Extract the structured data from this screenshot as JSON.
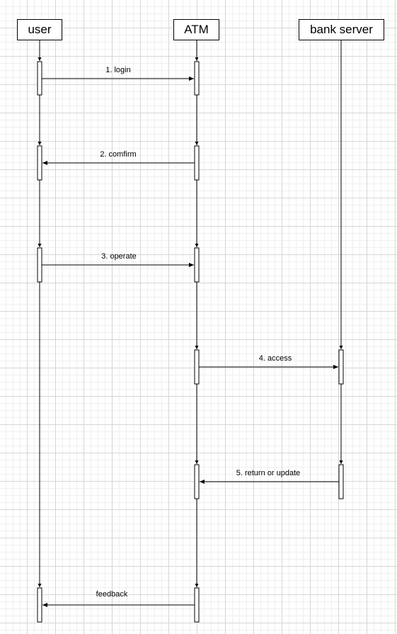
{
  "participants": [
    {
      "id": "user",
      "label": "user"
    },
    {
      "id": "atm",
      "label": "ATM"
    },
    {
      "id": "bank",
      "label": "bank server"
    }
  ],
  "messages": [
    {
      "label": "1. login",
      "from": "user",
      "to": "atm"
    },
    {
      "label": "2. comfirm",
      "from": "atm",
      "to": "user"
    },
    {
      "label": "3. operate",
      "from": "user",
      "to": "atm"
    },
    {
      "label": "4. access",
      "from": "atm",
      "to": "bank"
    },
    {
      "label": "5. return or update",
      "from": "bank",
      "to": "atm"
    },
    {
      "label": "feedback",
      "from": "atm",
      "to": "user"
    }
  ]
}
